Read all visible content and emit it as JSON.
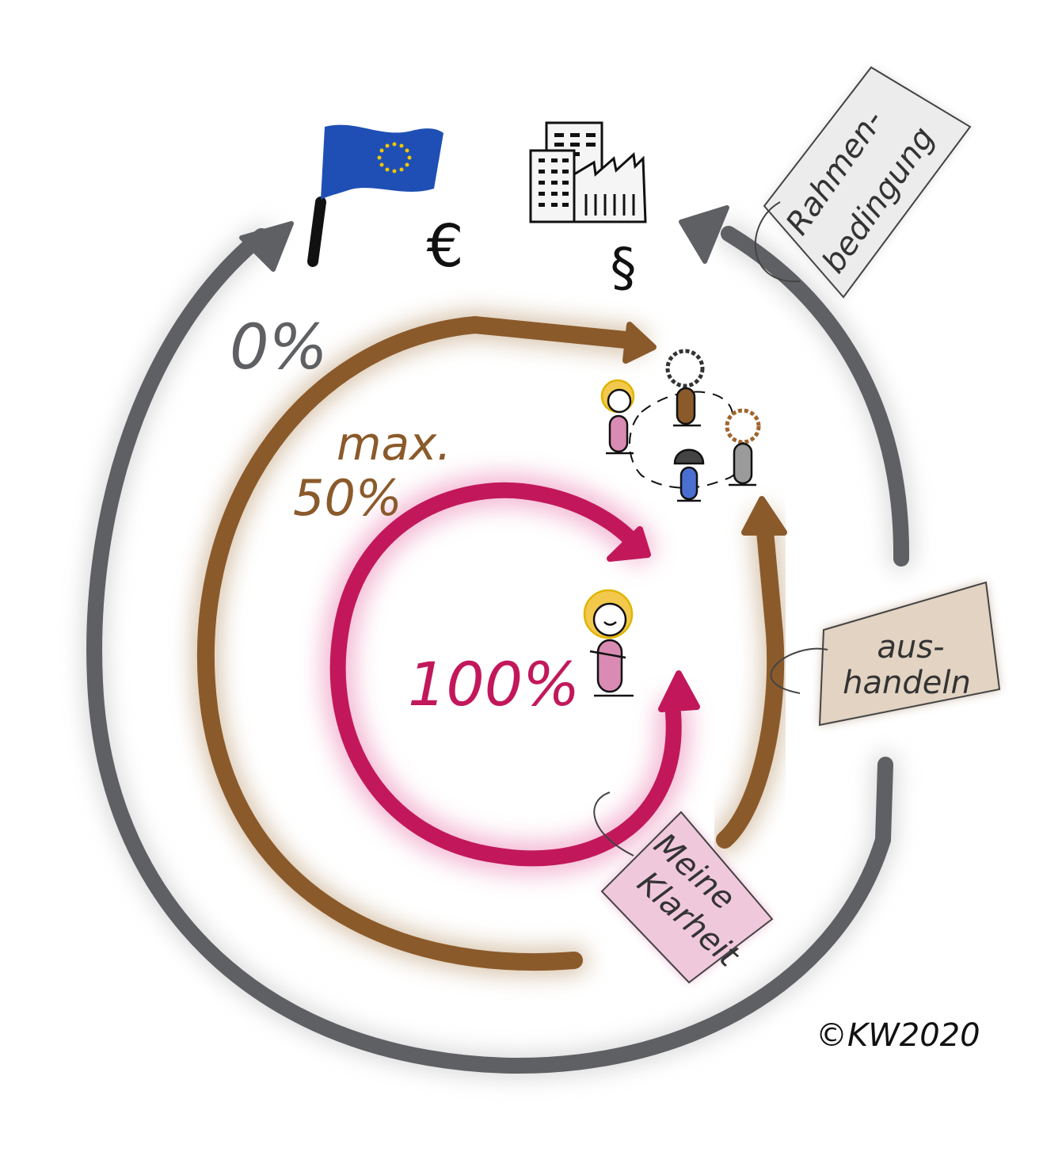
{
  "labels": {
    "zero": "0%",
    "max": "max.",
    "fifty": "50%",
    "hundred": "100%",
    "euro": "€",
    "paragraph": "§",
    "copyright": "©KW2020"
  },
  "tags": {
    "rahmen_line1": "Rahmen-",
    "rahmen_line2": "bedingung",
    "aus_line1": "aus-",
    "aus_line2": "handeln",
    "klar_line1": "Meine",
    "klar_line2": "Klarheit"
  },
  "colors": {
    "outer_ring": "#5f6063",
    "middle_ring": "#8b5a2b",
    "inner_ring": "#c2185b",
    "eu_blue": "#1f4fb5",
    "eu_star": "#f2c500"
  },
  "icons": {
    "flag": "eu-flag-icon",
    "buildings": "buildings-factory-icon",
    "group": "people-group-icon",
    "person": "person-icon"
  }
}
